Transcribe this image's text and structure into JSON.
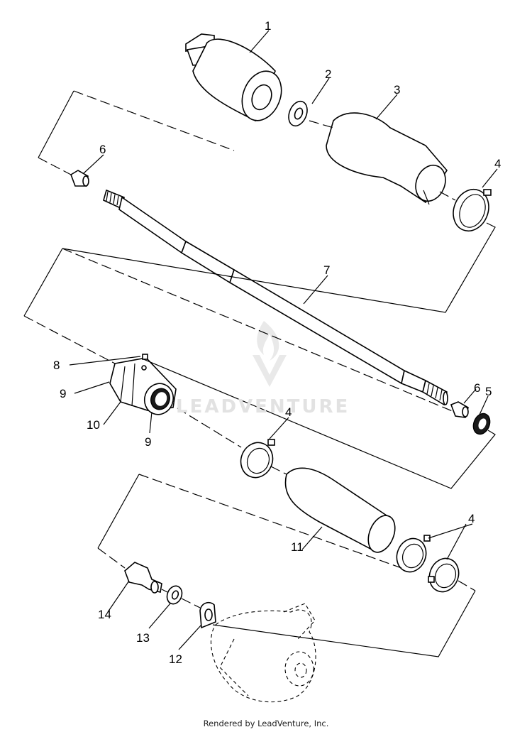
{
  "diagram": {
    "callouts": {
      "n1": "1",
      "n2": "2",
      "n3": "3",
      "n4a": "4",
      "n4b": "4",
      "n4c": "4",
      "n5": "5",
      "n6a": "6",
      "n6b": "6",
      "n7": "7",
      "n8": "8",
      "n9a": "9",
      "n9b": "9",
      "n10": "10",
      "n11": "11",
      "n12": "12",
      "n13": "13",
      "n14": "14"
    },
    "watermark": "LEADVENTURE",
    "footer": "Rendered by LeadVenture, Inc."
  }
}
